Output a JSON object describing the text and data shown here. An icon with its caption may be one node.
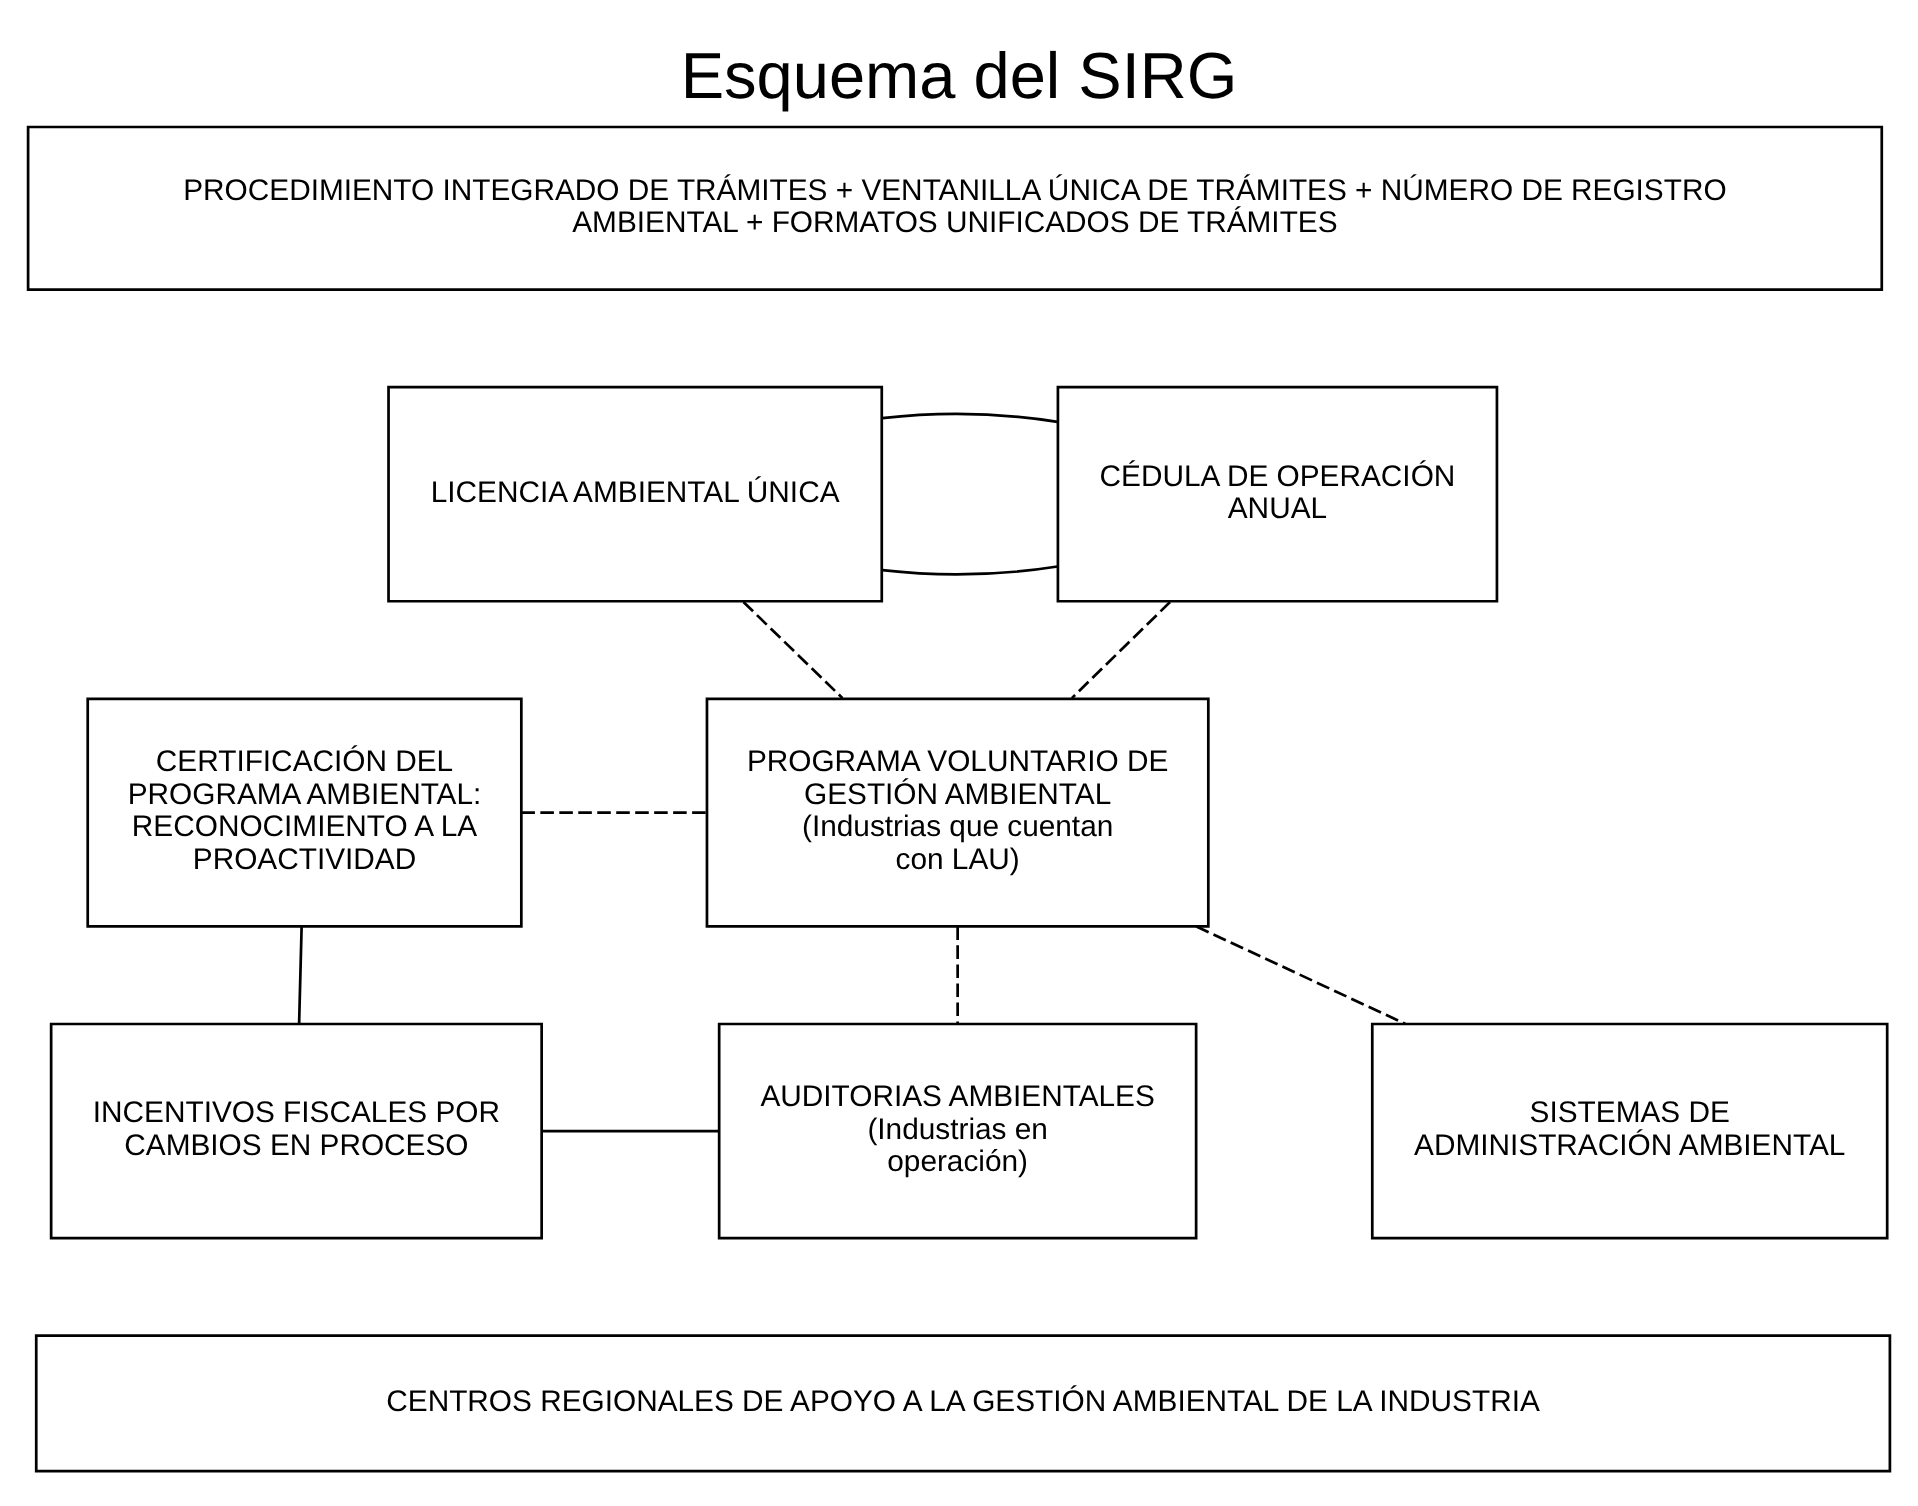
{
  "diagram": {
    "title": "Esquema del SIRG",
    "nodes": [
      {
        "text": [
          "PROCEDIMIENTO INTEGRADO DE TRÁMITES + VENTANILLA ÚNICA DE TRÁMITES + NÚMERO DE REGISTRO AMBIENTAL + FORMATOS UNIFICADOS DE TRÁMITES"
        ]
      },
      {
        "text": [
          "LICENCIA AMBIENTAL ÚNICA"
        ]
      },
      {
        "text": [
          "CÉDULA DE OPERACIÓN ANUAL"
        ]
      },
      {
        "text": [
          "CERTIFICACIÓN DEL PROGRAMA AMBIENTAL: RECONOCIMIENTO A LA PROACTIVIDAD"
        ]
      },
      {
        "text": [
          "PROGRAMA VOLUNTARIO DE GESTIÓN AMBIENTAL",
          "(Industrias que cuentan con LAU)"
        ]
      },
      {
        "text": [
          "INCENTIVOS FISCALES POR CAMBIOS EN PROCESO"
        ]
      },
      {
        "text": [
          "AUDITORIAS AMBIENTALES",
          "(Industrias en operación)"
        ]
      },
      {
        "text": [
          "SISTEMAS DE ADMINISTRACIÓN AMBIENTAL"
        ]
      },
      {
        "text": [
          "CENTROS REGIONALES DE APOYO A LA GESTIÓN AMBIENTAL DE LA INDUSTRIA"
        ]
      }
    ],
    "edges": [
      {
        "from": 1,
        "to": 2,
        "arrow": "none"
      },
      {
        "from": 1,
        "to": 2,
        "arrow": "none"
      },
      {
        "from": 1,
        "to": 4,
        "arrow": "none",
        "style": "dashed"
      },
      {
        "from": 2,
        "to": 4,
        "arrow": "none",
        "style": "dashed"
      },
      {
        "from": 3,
        "to": 4,
        "arrow": "none",
        "style": "dashed"
      },
      {
        "from": 3,
        "to": 5,
        "arrow": "none"
      },
      {
        "from": 5,
        "to": 6,
        "arrow": "none"
      },
      {
        "from": 4,
        "to": 6,
        "arrow": "none",
        "style": "dashed"
      },
      {
        "from": 4,
        "to": 7,
        "arrow": "none",
        "style": "dashed"
      }
    ]
  }
}
